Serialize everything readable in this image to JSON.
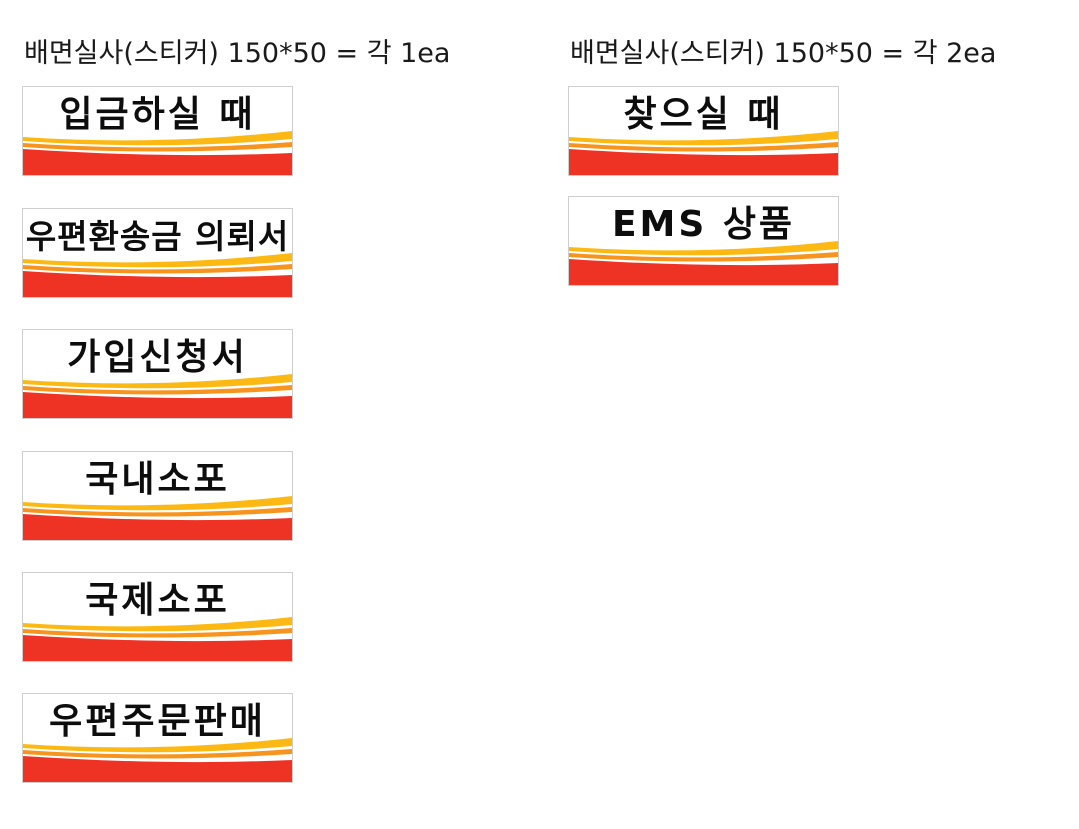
{
  "headings": {
    "left": "배면실사(스티커) 150*50 = 각 1ea",
    "right": "배면실사(스티커) 150*50 = 각 2ea"
  },
  "colors": {
    "band_red": "#ee3224",
    "band_yellow": "#fdb913",
    "band_orange": "#f7941d",
    "text": "#0d0d0d",
    "border": "#cfcfcf"
  },
  "stickers_left": [
    {
      "label": "입금하실 때"
    },
    {
      "label": "우편환송금 의뢰서"
    },
    {
      "label": "가입신청서"
    },
    {
      "label": "국내소포"
    },
    {
      "label": "국제소포"
    },
    {
      "label": "우편주문판매"
    }
  ],
  "stickers_right": [
    {
      "label": "찾으실 때"
    },
    {
      "label": "EMS 상품"
    }
  ]
}
